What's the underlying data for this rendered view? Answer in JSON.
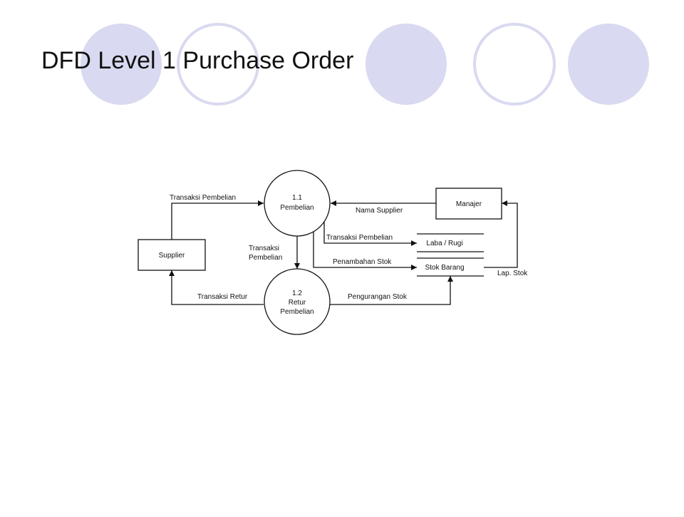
{
  "slide": {
    "title": "DFD Level 1 Purchase Order",
    "colors": {
      "circle_fill": "#d9d9f1",
      "circle_ring": "#d9d9f1",
      "line": "#111111"
    }
  },
  "diagram": {
    "processes": [
      {
        "id": "1.1",
        "name": "Pembelian"
      },
      {
        "id": "1.2",
        "name_lines": [
          "Retur",
          "Pembelian"
        ]
      }
    ],
    "entities": {
      "supplier": "Supplier",
      "manajer": "Manajer"
    },
    "stores": {
      "laba_rugi": "Laba / Rugi",
      "stok_barang": "Stok Barang"
    },
    "flows": {
      "supplier_to_pembelian": "Transaksi Pembelian",
      "manajer_to_pembelian": "Nama Supplier",
      "pembelian_to_labarugi": "Transaksi Pembelian",
      "pembelian_to_stok": "Penambahan Stok",
      "pembelian_to_retur": [
        "Transaksi",
        "Pembelian"
      ],
      "retur_to_supplier": "Transaksi Retur",
      "retur_to_stok": "Pengurangan Stok",
      "stok_to_manajer": "Lap. Stok"
    }
  }
}
